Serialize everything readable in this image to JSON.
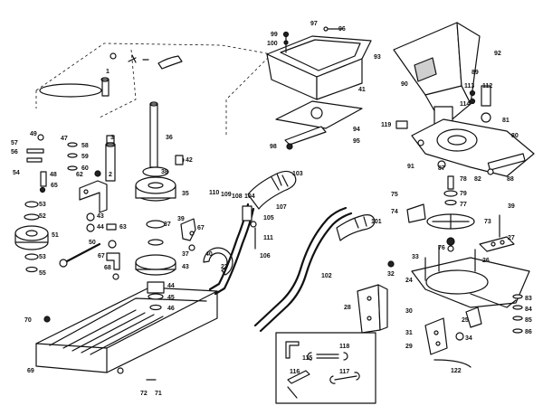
{
  "callouts": [
    {
      "id": "c1",
      "text": "1"
    },
    {
      "id": "c3",
      "text": "3"
    },
    {
      "id": "c36",
      "text": "36"
    },
    {
      "id": "c42",
      "text": "42"
    },
    {
      "id": "c49",
      "text": "49"
    },
    {
      "id": "c47",
      "text": "47"
    },
    {
      "id": "c57",
      "text": "57"
    },
    {
      "id": "c56",
      "text": "56"
    },
    {
      "id": "c58",
      "text": "58"
    },
    {
      "id": "c59",
      "text": "59"
    },
    {
      "id": "c60",
      "text": "60"
    },
    {
      "id": "c48",
      "text": "48"
    },
    {
      "id": "c54",
      "text": "54"
    },
    {
      "id": "c65",
      "text": "65"
    },
    {
      "id": "c62",
      "text": "62"
    },
    {
      "id": "c2",
      "text": "2"
    },
    {
      "id": "c38",
      "text": "38"
    },
    {
      "id": "c35",
      "text": "35"
    },
    {
      "id": "c53a",
      "text": "53"
    },
    {
      "id": "c52",
      "text": "52"
    },
    {
      "id": "c51",
      "text": "51"
    },
    {
      "id": "c53b",
      "text": "53"
    },
    {
      "id": "c55",
      "text": "55"
    },
    {
      "id": "c43a",
      "text": "43"
    },
    {
      "id": "c44a",
      "text": "44"
    },
    {
      "id": "c63",
      "text": "63"
    },
    {
      "id": "c37a",
      "text": "37"
    },
    {
      "id": "c39",
      "text": "39"
    },
    {
      "id": "c67a",
      "text": "67"
    },
    {
      "id": "c50",
      "text": "50"
    },
    {
      "id": "c67b",
      "text": "67"
    },
    {
      "id": "c68",
      "text": "68"
    },
    {
      "id": "c37b",
      "text": "37"
    },
    {
      "id": "c40",
      "text": "40"
    },
    {
      "id": "c43b",
      "text": "43"
    },
    {
      "id": "c23",
      "text": "23"
    },
    {
      "id": "c44b",
      "text": "44"
    },
    {
      "id": "c45",
      "text": "45"
    },
    {
      "id": "c46",
      "text": "46"
    },
    {
      "id": "c70",
      "text": "70"
    },
    {
      "id": "c69",
      "text": "69"
    },
    {
      "id": "c72",
      "text": "72"
    },
    {
      "id": "c71",
      "text": "71"
    },
    {
      "id": "c97",
      "text": "97"
    },
    {
      "id": "c96",
      "text": "96"
    },
    {
      "id": "c99",
      "text": "99"
    },
    {
      "id": "c100",
      "text": "100"
    },
    {
      "id": "c93",
      "text": "93"
    },
    {
      "id": "c41",
      "text": "41"
    },
    {
      "id": "c94",
      "text": "94"
    },
    {
      "id": "c95",
      "text": "95"
    },
    {
      "id": "c98",
      "text": "98"
    },
    {
      "id": "c92",
      "text": "92"
    },
    {
      "id": "c89",
      "text": "89"
    },
    {
      "id": "c90",
      "text": "90"
    },
    {
      "id": "c113",
      "text": "113"
    },
    {
      "id": "c112",
      "text": "112"
    },
    {
      "id": "c114",
      "text": "114"
    },
    {
      "id": "c81",
      "text": "81"
    },
    {
      "id": "c119",
      "text": "119"
    },
    {
      "id": "c80",
      "text": "80"
    },
    {
      "id": "c91",
      "text": "91"
    },
    {
      "id": "c87",
      "text": "87"
    },
    {
      "id": "c78",
      "text": "78"
    },
    {
      "id": "c88",
      "text": "88"
    },
    {
      "id": "c82",
      "text": "82"
    },
    {
      "id": "c103",
      "text": "103"
    },
    {
      "id": "c110",
      "text": "110"
    },
    {
      "id": "c109",
      "text": "109"
    },
    {
      "id": "c108",
      "text": "108"
    },
    {
      "id": "c104",
      "text": "104"
    },
    {
      "id": "c107",
      "text": "107"
    },
    {
      "id": "c105",
      "text": "105"
    },
    {
      "id": "c111",
      "text": "111"
    },
    {
      "id": "c106",
      "text": "106"
    },
    {
      "id": "c101",
      "text": "101"
    },
    {
      "id": "c102",
      "text": "102"
    },
    {
      "id": "c75",
      "text": "75"
    },
    {
      "id": "c79",
      "text": "79"
    },
    {
      "id": "c77",
      "text": "77"
    },
    {
      "id": "c74",
      "text": "74"
    },
    {
      "id": "c73",
      "text": "73"
    },
    {
      "id": "c39b",
      "text": "39"
    },
    {
      "id": "c76",
      "text": "76"
    },
    {
      "id": "c27",
      "text": "27"
    },
    {
      "id": "c33",
      "text": "33"
    },
    {
      "id": "c26",
      "text": "26"
    },
    {
      "id": "c32",
      "text": "32"
    },
    {
      "id": "c24",
      "text": "24"
    },
    {
      "id": "c28",
      "text": "28"
    },
    {
      "id": "c83",
      "text": "83"
    },
    {
      "id": "c84",
      "text": "84"
    },
    {
      "id": "c85",
      "text": "85"
    },
    {
      "id": "c30",
      "text": "30"
    },
    {
      "id": "c25",
      "text": "25"
    },
    {
      "id": "c86",
      "text": "86"
    },
    {
      "id": "c31",
      "text": "31"
    },
    {
      "id": "c34",
      "text": "34"
    },
    {
      "id": "c29",
      "text": "29"
    },
    {
      "id": "c122",
      "text": "122"
    },
    {
      "id": "c115",
      "text": "115"
    },
    {
      "id": "c118",
      "text": "118"
    },
    {
      "id": "c116",
      "text": "116"
    },
    {
      "id": "c117",
      "text": "117"
    }
  ]
}
